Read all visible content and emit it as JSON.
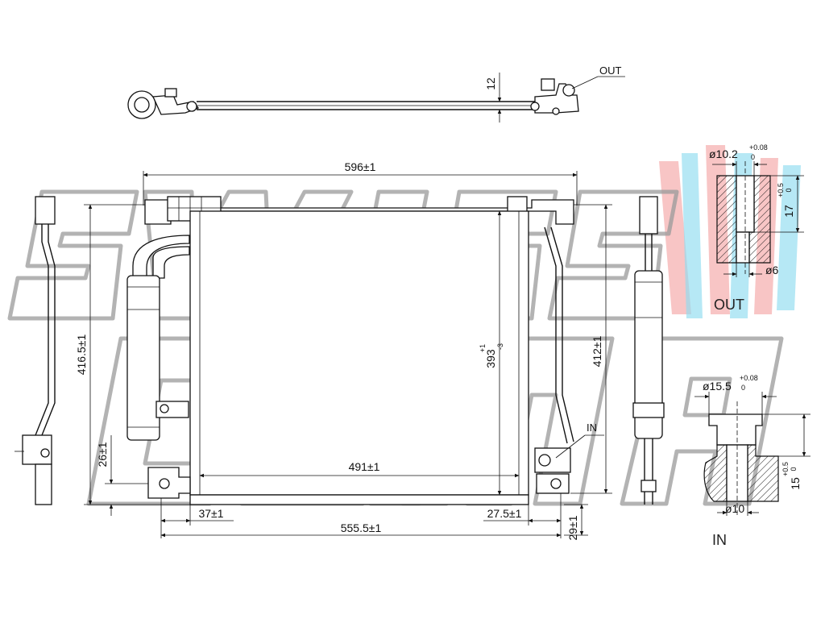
{
  "watermark": {
    "line1": "SWISS",
    "line2": "CLIMA",
    "colors": {
      "red": "#f08a8a",
      "blue": "#7fd6ee",
      "stroke": "#9a9a9a"
    }
  },
  "top_view": {
    "out_label": "OUT",
    "height_dim": "12"
  },
  "front_view": {
    "width_top": "596±1",
    "height_left": "416.5±1",
    "core_height": "393",
    "core_tol_plus": "+1",
    "core_tol_minus": "-3",
    "height_right": "412±1",
    "core_width": "491±1",
    "bracket_height": "26±1",
    "left_offset": "37±1",
    "right_offset": "27.5±1",
    "bottom_width": "555.5±1",
    "bottom_height": "29±1",
    "in_label": "IN"
  },
  "detail_out": {
    "diameter_outer": "ø10.2",
    "diameter_outer_tol": "+0.08",
    "diameter_outer_tol0": "0",
    "depth": "17",
    "depth_tol": "+0.5",
    "depth_tol0": "0",
    "diameter_inner": "ø6",
    "label": "OUT"
  },
  "detail_in": {
    "diameter_outer": "ø15.5",
    "diameter_outer_tol": "+0.08",
    "diameter_outer_tol0": "0",
    "depth": "15",
    "depth_tol": "+0.5",
    "depth_tol0": "0",
    "diameter_inner": "ø10",
    "label": "IN"
  }
}
